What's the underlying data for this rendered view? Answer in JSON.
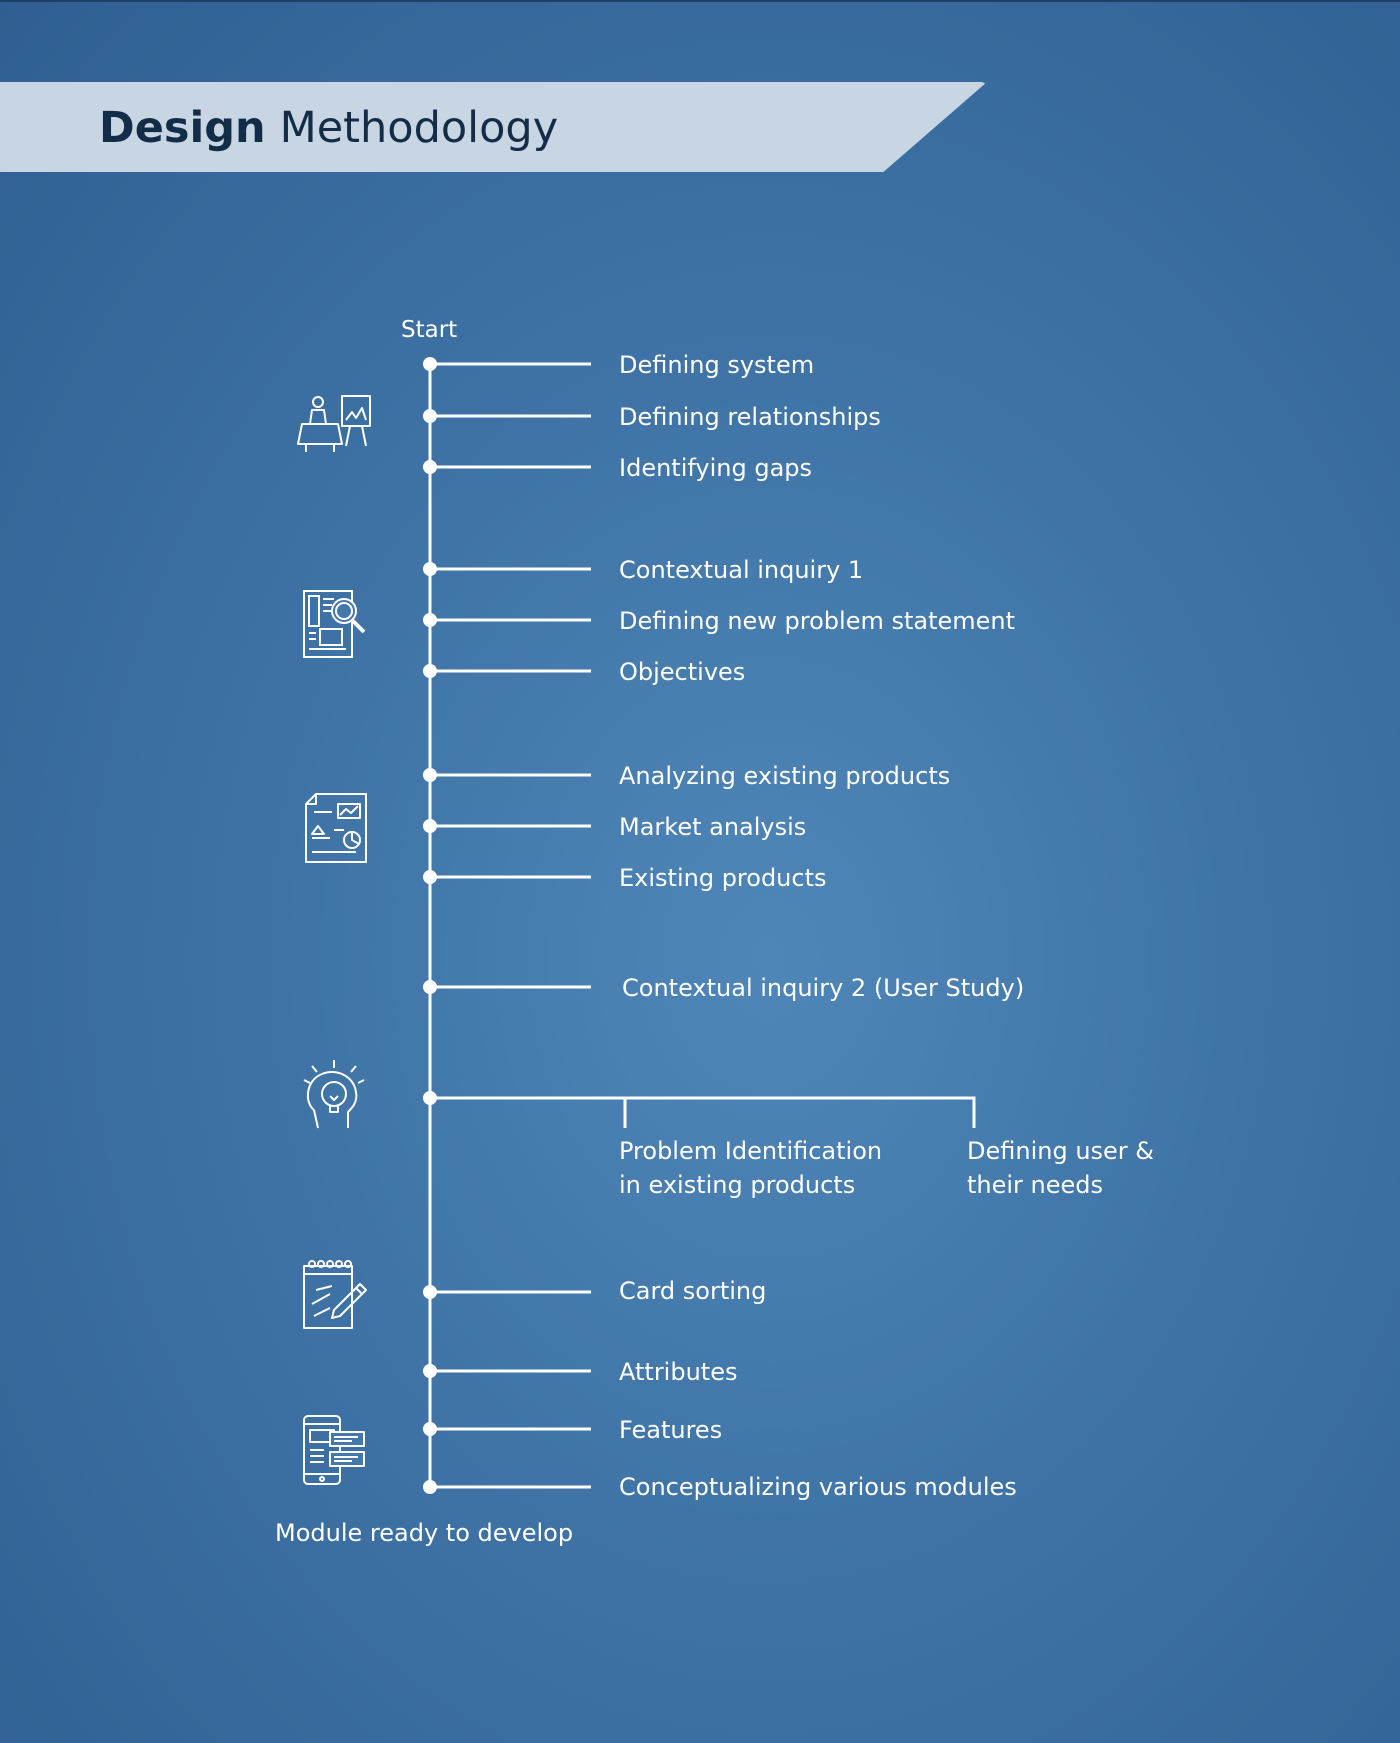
{
  "title": {
    "bold": "Design",
    "light": "Methodology"
  },
  "start_label": "Start",
  "end_label": "Module ready to develop",
  "steps": [
    "Defining system",
    "Defining relationships",
    "Identifying gaps",
    "Contextual inquiry 1",
    "Defining new problem statement",
    "Objectives",
    "Analyzing existing products",
    "Market analysis",
    "Existing products",
    "Contextual inquiry 2 (User Study)"
  ],
  "branch": {
    "left": "Problem Identification\nin existing products",
    "right": "Defining user &\ntheir needs"
  },
  "final_steps": [
    "Card sorting",
    "Attributes",
    "Features",
    "Conceptualizing various modules"
  ],
  "icons": [
    "desk-meeting-icon",
    "document-search-icon",
    "report-analysis-icon",
    "idea-head-icon",
    "notepad-pencil-icon",
    "mobile-modules-icon"
  ],
  "colors": {
    "background": "#3f73a6",
    "banner": "#c8d5e2",
    "title": "#132c48",
    "line": "#ffffff"
  }
}
